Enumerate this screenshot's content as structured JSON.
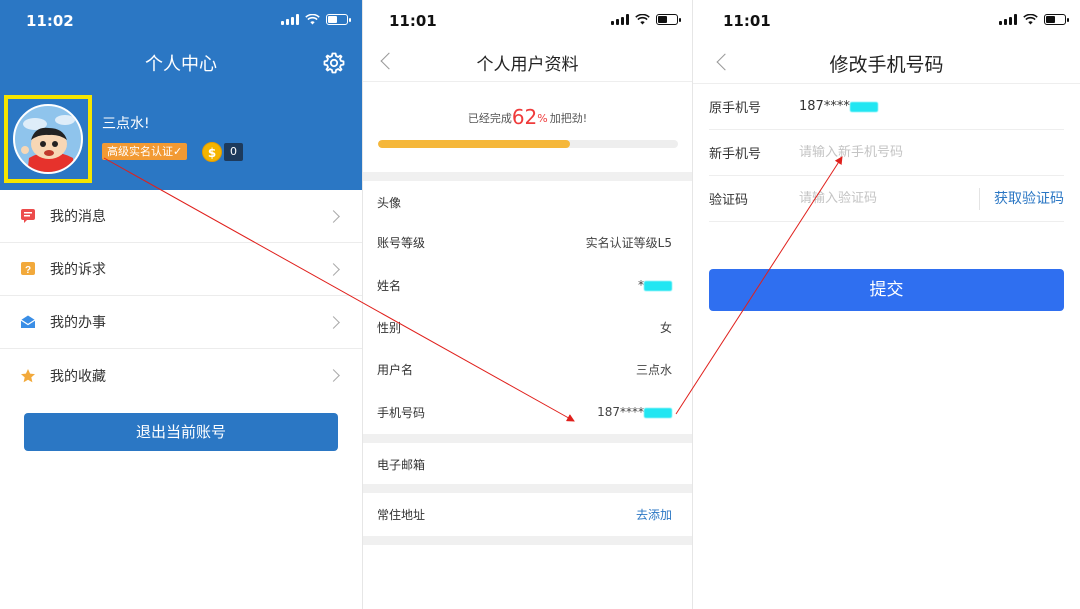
{
  "panel1": {
    "time": "11:02",
    "title": "个人中心",
    "username": "三点水!",
    "verify_badge": "高级实名认证✓",
    "coin_symbol": "$",
    "coin_count": "0",
    "menu": [
      {
        "label": "我的消息",
        "icon": "message-icon"
      },
      {
        "label": "我的诉求",
        "icon": "question-icon"
      },
      {
        "label": "我的办事",
        "icon": "mail-icon"
      },
      {
        "label": "我的收藏",
        "icon": "star-icon"
      }
    ],
    "logout_label": "退出当前账号",
    "colors": {
      "header": "#2b77c4",
      "badge": "#f29a33",
      "highlight": "#f5e500"
    }
  },
  "panel2": {
    "time": "11:01",
    "title": "个人用户资料",
    "progress_prefix": "已经完成",
    "progress_value": "62",
    "progress_unit": "%",
    "progress_suffix": "加把劲!",
    "progress_fraction": 0.64,
    "rows": {
      "avatar_label": "头像",
      "level_label": "账号等级",
      "level_value": "实名认证等级L5",
      "name_label": "姓名",
      "name_value": "*",
      "gender_label": "性别",
      "gender_value": "女",
      "username_label": "用户名",
      "username_value": "三点水",
      "phone_label": "手机号码",
      "phone_value": "187****",
      "email_label": "电子邮箱",
      "address_label": "常住地址",
      "address_action": "去添加"
    }
  },
  "panel3": {
    "time": "11:01",
    "title": "修改手机号码",
    "old_phone_label": "原手机号",
    "old_phone_value": "187****",
    "new_phone_label": "新手机号",
    "new_phone_placeholder": "请输入新手机号码",
    "code_label": "验证码",
    "code_placeholder": "请输入验证码",
    "get_code_label": "获取验证码",
    "submit_label": "提交",
    "colors": {
      "submit": "#2f6ff0",
      "link": "#2b77c4"
    }
  },
  "annotation": {
    "arrow_color": "#e0201c"
  }
}
